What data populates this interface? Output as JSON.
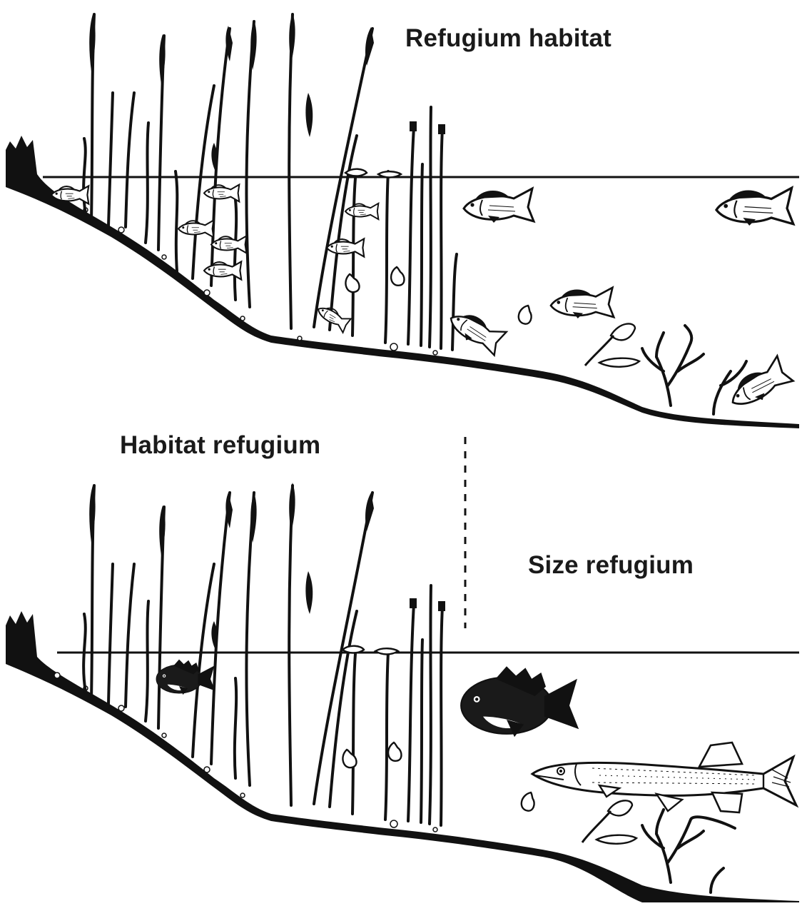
{
  "panels": {
    "top": {
      "label": "Refugium habitat"
    },
    "bottom": {
      "left_label": "Habitat refugium",
      "right_label": "Size refugium"
    }
  },
  "colors": {
    "ink": "#111111",
    "paper": "#ffffff"
  },
  "icons": [
    "reed-stem-icon",
    "small-fish-icon",
    "sunfish-icon",
    "pike-icon",
    "pondweed-icon",
    "bushy-plant-icon"
  ]
}
